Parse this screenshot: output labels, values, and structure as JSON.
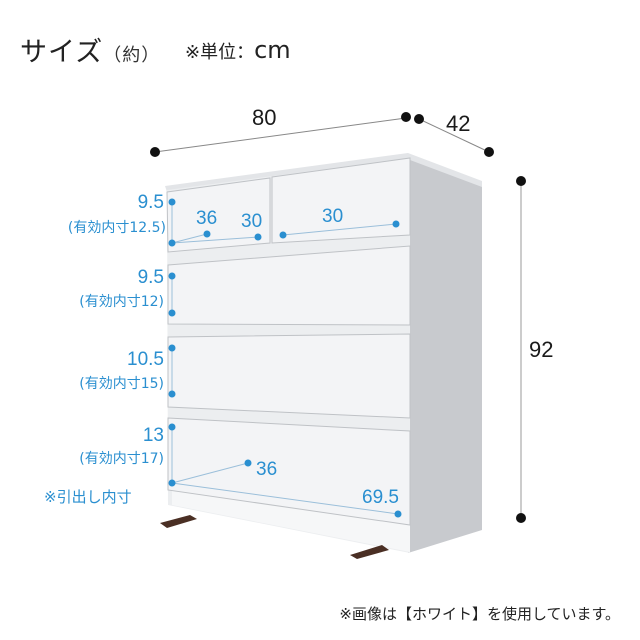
{
  "header": {
    "title": "サイズ",
    "approx": "（約）",
    "unit_label": "※単位：",
    "unit": "cm"
  },
  "overall": {
    "width": "80",
    "depth": "42",
    "height": "92"
  },
  "drawers": [
    {
      "name": "top",
      "height": "9.5",
      "effective": "(有効内寸12.5)",
      "inner_depth": "36",
      "inner_width_left": "30",
      "inner_width_right": "30"
    },
    {
      "name": "second",
      "height": "9.5",
      "effective": "(有効内寸12)"
    },
    {
      "name": "third",
      "height": "10.5",
      "effective": "(有効内寸15)"
    },
    {
      "name": "bottom",
      "height": "13",
      "effective": "(有効内寸17)",
      "inner_depth": "36",
      "inner_width": "69.5"
    }
  ],
  "notes": {
    "drawer_inner": "※引出し内寸",
    "footer": "※画像は【ホワイト】を使用しています。"
  },
  "colors": {
    "dimension_blue": "#2a8fd0",
    "dimension_black": "#1a1a1a",
    "cabinet_front": "#f2f3f5",
    "cabinet_side": "#c9cbcf",
    "feet": "#4a2f24"
  }
}
